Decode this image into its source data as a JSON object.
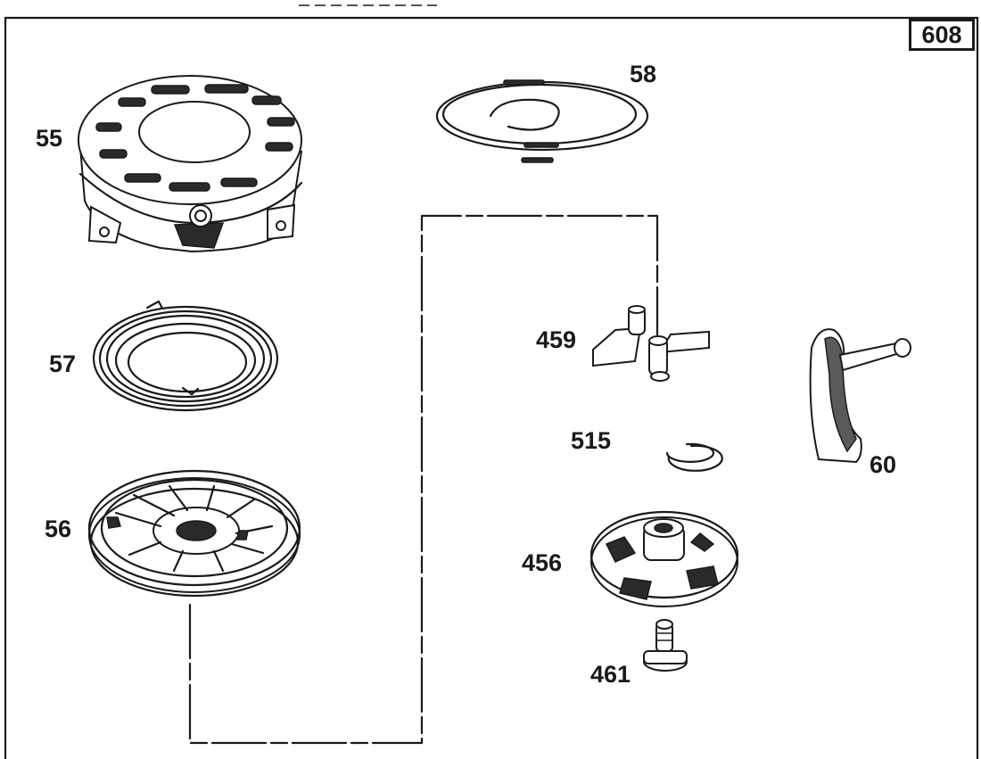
{
  "page_number": "608",
  "parts": [
    {
      "id": "p55",
      "label": "55"
    },
    {
      "id": "p56",
      "label": "56"
    },
    {
      "id": "p57",
      "label": "57"
    },
    {
      "id": "p58",
      "label": "58"
    },
    {
      "id": "p459",
      "label": "459"
    },
    {
      "id": "p515",
      "label": "515"
    },
    {
      "id": "p60",
      "label": "60"
    },
    {
      "id": "p456",
      "label": "456"
    },
    {
      "id": "p461",
      "label": "461"
    }
  ]
}
